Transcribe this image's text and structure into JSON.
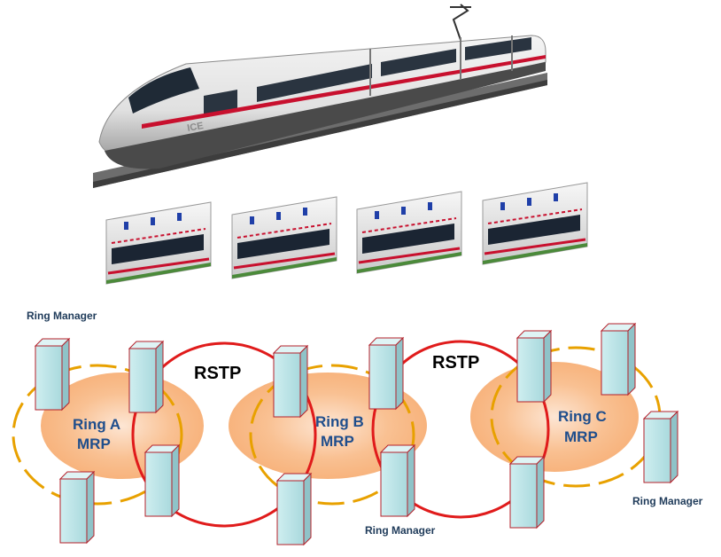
{
  "colors": {
    "rstp_ring": "#e01b1b",
    "mrp_ring": "#e8a100",
    "switch_fill": "#b9e3e6",
    "switch_stroke": "#b4202a",
    "blob": "#f6a86a",
    "train_stripe": "#c8102e"
  },
  "labels": {
    "ring_manager_top_left": "Ring Manager",
    "ring_manager_bottom_mid": "Ring Manager",
    "ring_manager_bottom_right": "Ring Manager",
    "rstp_left": "RSTP",
    "rstp_right": "RSTP",
    "ring_a_name": "Ring A",
    "ring_a_protocol": "MRP",
    "ring_b_name": "Ring B",
    "ring_b_protocol": "MRP",
    "ring_c_name": "Ring C",
    "ring_c_protocol": "MRP"
  },
  "train": {
    "logo_text": "ICE",
    "coach_count": 4,
    "icons": [
      "train-image-icon",
      "coach-icon",
      "network-switch-icon"
    ]
  }
}
